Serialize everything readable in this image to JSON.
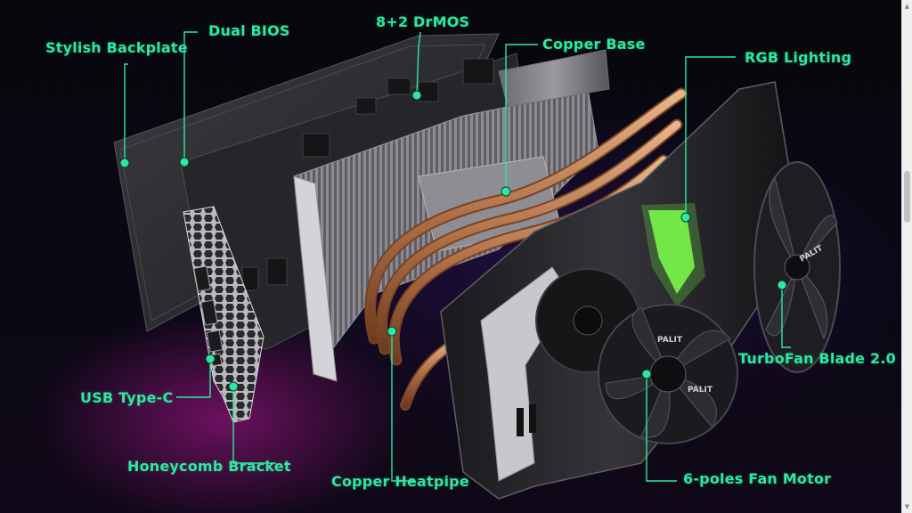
{
  "callouts": {
    "stylish_backplate": "Stylish Backplate",
    "dual_bios": "Dual BIOS",
    "drmos": "8+2 DrMOS",
    "copper_base": "Copper Base",
    "rgb_lighting": "RGB Lighting",
    "turbofan_blade": "TurboFan Blade 2.0",
    "usb_type_c": "USB Type-C",
    "honeycomb_bracket": "Honeycomb Bracket",
    "copper_heatpipe": "Copper Heatpipe",
    "fan_motor": "6-poles Fan Motor"
  },
  "brand_text": "PALIT",
  "colors": {
    "callout": "#2ee8a0",
    "rgb_glow": "#7dff4a",
    "copper": "#c98a5a",
    "background": "#07070c"
  },
  "scrollbar": {
    "up_glyph": "▲",
    "down_glyph": "▼"
  }
}
